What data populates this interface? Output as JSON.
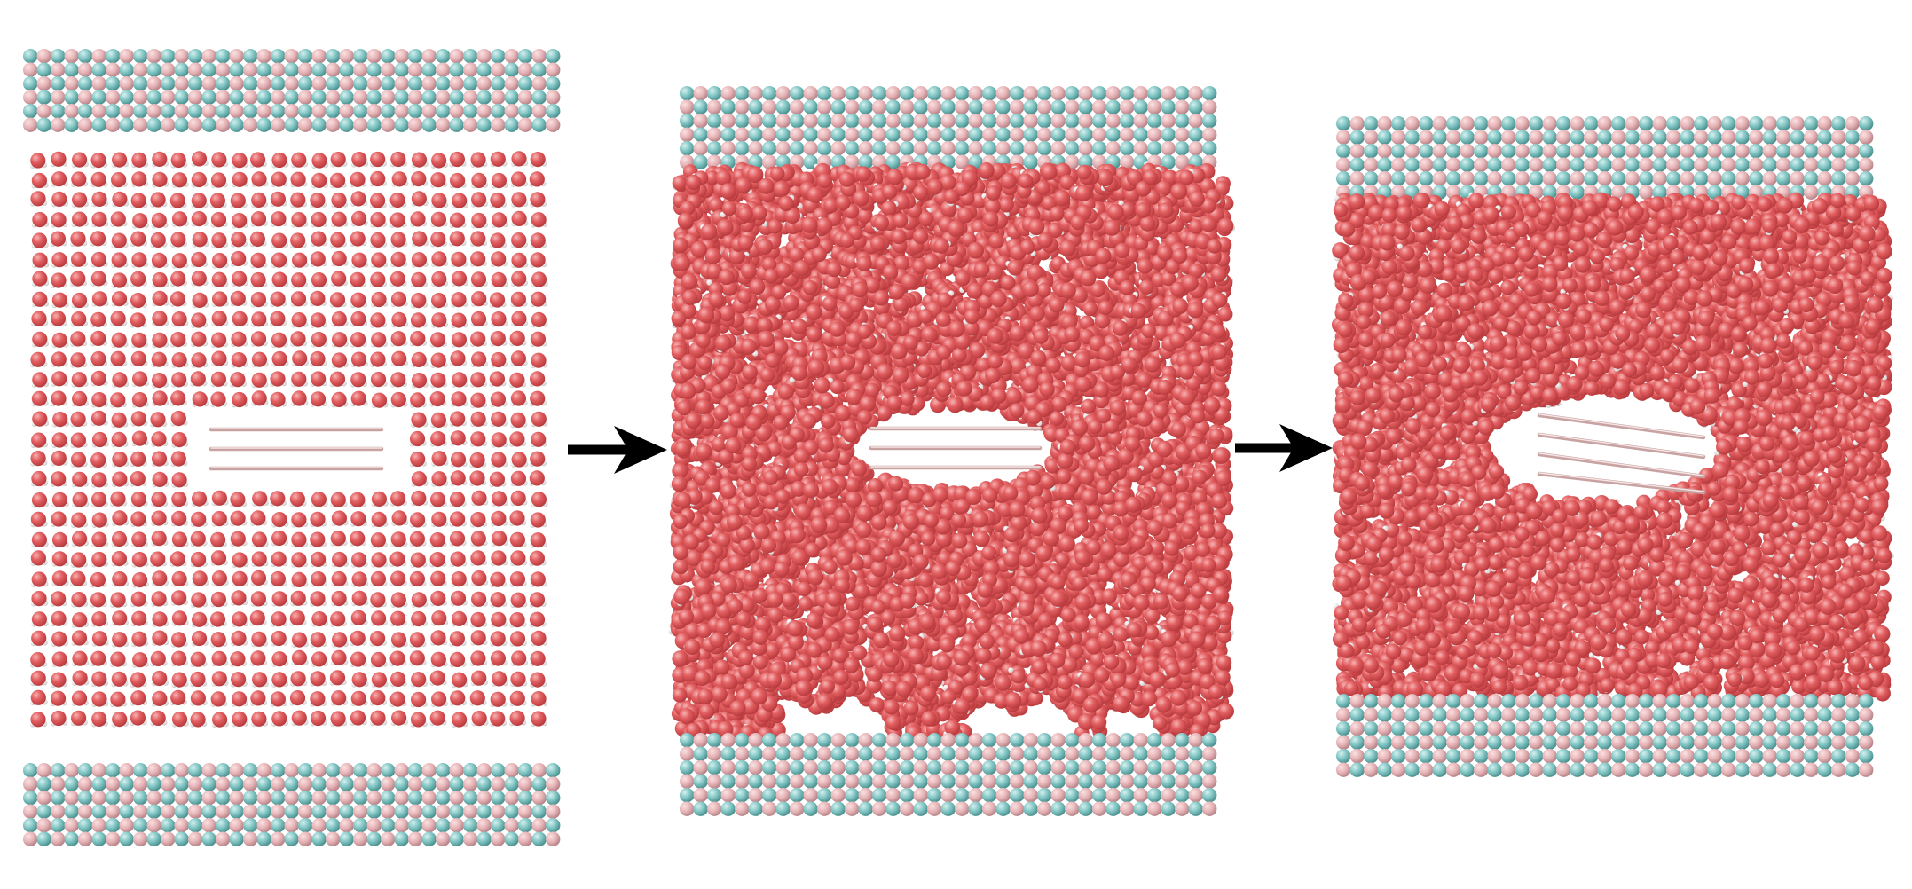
{
  "figure": {
    "panels": [
      {
        "id": "initial",
        "water": "lattice",
        "sheet": "flat",
        "contact": "both"
      },
      {
        "id": "intermediate",
        "water": "liquid",
        "sheet": "flat",
        "contact": "top"
      },
      {
        "id": "final",
        "water": "liquid",
        "sheet": "tilted",
        "contact": "both"
      }
    ],
    "arrows": [
      "arrow-1",
      "arrow-2"
    ],
    "colors": {
      "oxygen": "#e05a5c",
      "oxygen_highlight": "#f4a3a4",
      "hydrogen": "#f2efee",
      "slab_teal": "#78c2c0",
      "slab_pink": "#e9b5b8",
      "sheet_line": "#c99a9a",
      "arrow": "#000000",
      "background": "#ffffff"
    }
  }
}
